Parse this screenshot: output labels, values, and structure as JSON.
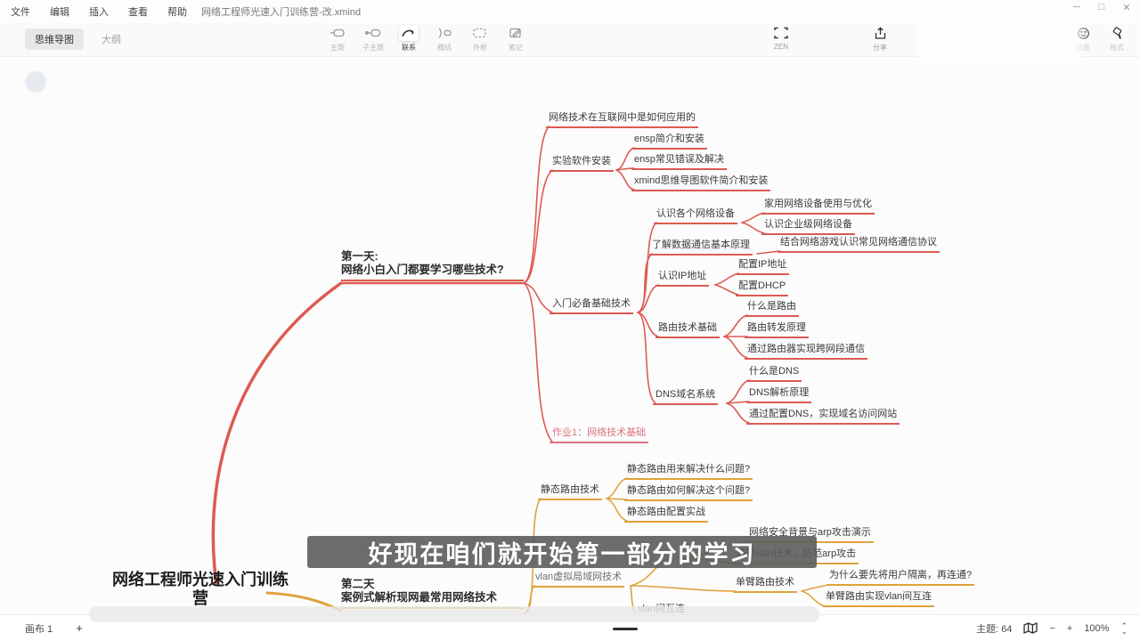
{
  "window": {
    "menus": [
      "文件",
      "编辑",
      "插入",
      "查看",
      "帮助"
    ],
    "filename": "网络工程师光速入门训练营-改.xmind",
    "controls": {
      "minimize": "─",
      "maximize": "□",
      "close": "✕"
    }
  },
  "toolbar": {
    "view_tabs": [
      {
        "label": "思维导图",
        "active": true
      },
      {
        "label": "大纲",
        "active": false
      }
    ],
    "tools": [
      {
        "label": "主题"
      },
      {
        "label": "子主题"
      },
      {
        "label": "联系",
        "active": true
      },
      {
        "label": "概括"
      },
      {
        "label": "外框"
      },
      {
        "label": "笔记"
      }
    ],
    "zen_label": "ZEN",
    "share_label": "分享",
    "sticker_label": "贴纸",
    "format_label": "格式"
  },
  "mindmap": {
    "root": {
      "text": "网络工程师光速入门训练营"
    },
    "day1": {
      "line1": "第一天:",
      "line2": "网络小白入门都要学习哪些技术?"
    },
    "day2": {
      "line1": "第二天",
      "line2": "案例式解析现网最常用网络技术"
    },
    "nodes": [
      {
        "text": "网络技术在互联网中是如何应用的"
      },
      {
        "text": "实验软件安装"
      },
      {
        "text": "ensp简介和安装"
      },
      {
        "text": "ensp常见错误及解决"
      },
      {
        "text": "xmind思维导图软件简介和安装"
      },
      {
        "text": "入门必备基础技术"
      },
      {
        "text": "认识各个网络设备"
      },
      {
        "text": "家用网络设备使用与优化"
      },
      {
        "text": "认识企业级网络设备"
      },
      {
        "text": "了解数据通信基本原理"
      },
      {
        "text": "结合网络游戏认识常见网络通信协议"
      },
      {
        "text": "认识IP地址"
      },
      {
        "text": "配置IP地址"
      },
      {
        "text": "配置DHCP"
      },
      {
        "text": "路由技术基础"
      },
      {
        "text": "什么是路由"
      },
      {
        "text": "路由转发原理"
      },
      {
        "text": "通过路由器实现跨网段通信"
      },
      {
        "text": "DNS域名系统"
      },
      {
        "text": "什么是DNS"
      },
      {
        "text": "DNS解析原理"
      },
      {
        "text": "通过配置DNS，实现域名访问网站"
      },
      {
        "text": "作业1：网络技术基础"
      },
      {
        "text": "静态路由技术"
      },
      {
        "text": "静态路由用来解决什么问题?"
      },
      {
        "text": "静态路由如何解决这个问题?"
      },
      {
        "text": "静态路由配置实战"
      },
      {
        "text": "vlan虚拟局域网技术"
      },
      {
        "text": "网络安全背景与arp攻击演示"
      },
      {
        "text": "通过vlan技术，防范arp攻击"
      },
      {
        "text": "单臂路由技术"
      },
      {
        "text": "为什么要先将用户隔离，再连通?"
      },
      {
        "text": "单臂路由实现vlan间互连"
      },
      {
        "text": "vlan间互连"
      }
    ]
  },
  "subtitle": {
    "text": "好现在咱们就开始第一部分的学习"
  },
  "statusbar": {
    "sheet_tab": "画布 1",
    "add_sheet": "+",
    "topic_count": "主题: 64",
    "zoom_out": "−",
    "zoom_in": "+",
    "zoom_level": "100%"
  },
  "colors": {
    "branch_red": "#dd5a52",
    "branch_orange": "#e0a23e",
    "assignment_pink": "#d9737f",
    "subtitle_bg": "rgba(92,92,92,0.9)"
  }
}
